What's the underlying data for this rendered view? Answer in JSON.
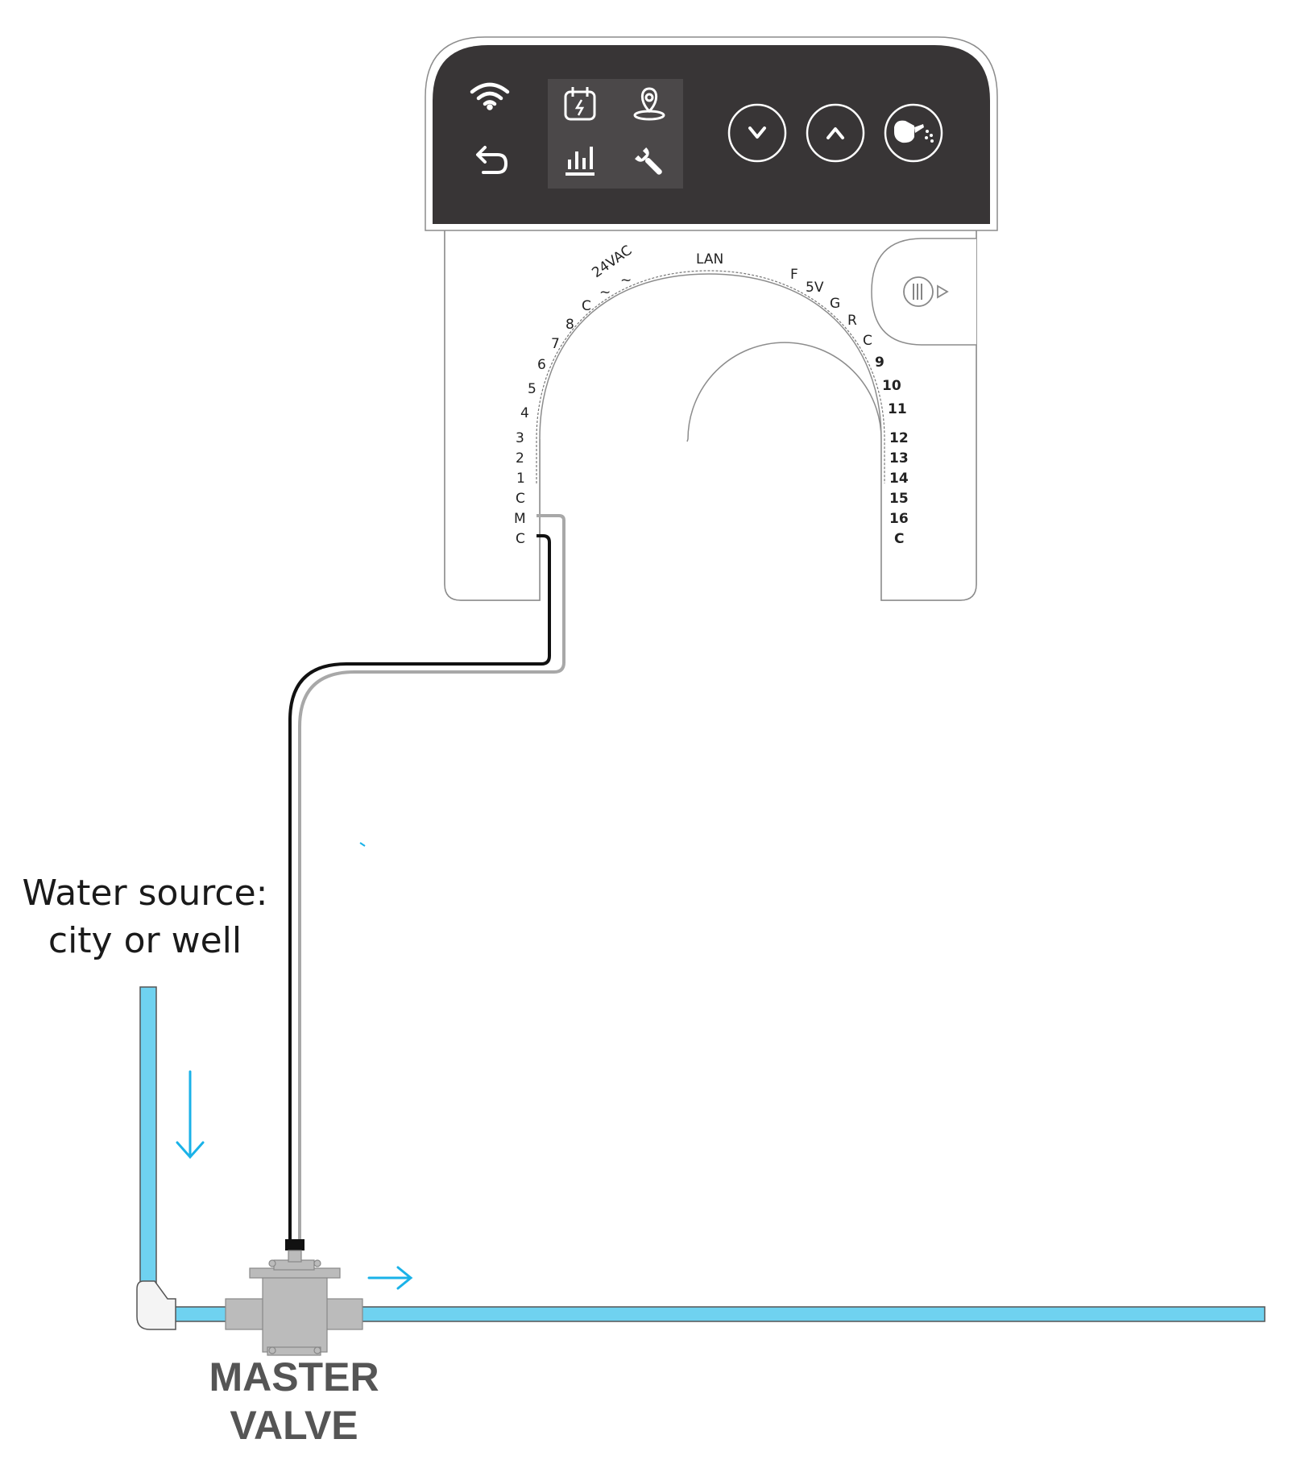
{
  "controller": {
    "menu_icons": [
      "wifi-icon",
      "back-icon",
      "calendar-icon",
      "location-icon",
      "chart-icon",
      "wrench-icon"
    ],
    "buttons": [
      {
        "name": "down-button",
        "icon": "chevron-down-icon"
      },
      {
        "name": "up-button",
        "icon": "chevron-up-icon"
      },
      {
        "name": "water-button",
        "icon": "watering-can-icon"
      }
    ],
    "right_button_icon": "play-icon",
    "terminals": {
      "top_left": [
        "24VAC",
        "~",
        "~",
        "C",
        "8",
        "7",
        "6",
        "5",
        "4"
      ],
      "top": "LAN",
      "top_right": [
        "F",
        "5V",
        "G",
        "R",
        "C",
        "9",
        "10",
        "11"
      ],
      "left_column": [
        "3",
        "2",
        "1",
        "C",
        "M",
        "C"
      ],
      "right_column": [
        "12",
        "13",
        "14",
        "15",
        "16",
        "C"
      ]
    }
  },
  "labels": {
    "water_source_line1": "Water source:",
    "water_source_line2": "city or well",
    "master_valve_line1": "MASTER",
    "master_valve_line2": "VALVE"
  },
  "colors": {
    "panel": "#383536",
    "pipe": "#6fd2f0",
    "arrow": "#1ab2e8",
    "valve": "#bbbbbb",
    "wire_black": "#111111",
    "wire_gray": "#a8a8a8"
  }
}
